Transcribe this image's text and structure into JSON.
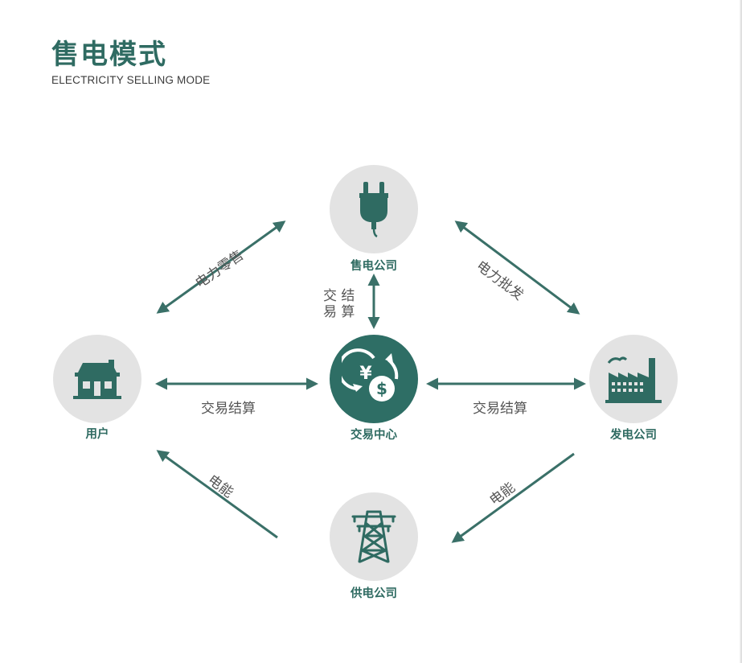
{
  "header": {
    "title": "售电模式",
    "subtitle": "ELECTRICITY SELLING MODE"
  },
  "nodes": {
    "seller": {
      "label": "售电公司",
      "icon": "plug-icon"
    },
    "user": {
      "label": "用户",
      "icon": "house-icon"
    },
    "center": {
      "label": "交易中心",
      "icon": "currency-exchange-icon"
    },
    "generator": {
      "label": "发电公司",
      "icon": "factory-icon"
    },
    "supplier": {
      "label": "供电公司",
      "icon": "power-tower-icon"
    }
  },
  "edges": {
    "retail": "电力零售",
    "wholesale": "电力批发",
    "settle_left": "交易结算",
    "settle_right": "交易结算",
    "settle_vertical_lines": [
      "交 结",
      "易 算"
    ],
    "energy_left": "电能",
    "energy_right": "电能"
  },
  "colors": {
    "primary": "#2f6b62",
    "node_bg": "#e3e3e3",
    "center_bg": "#2e6e65",
    "arrow": "#3a7068",
    "edge_text": "#555555"
  }
}
